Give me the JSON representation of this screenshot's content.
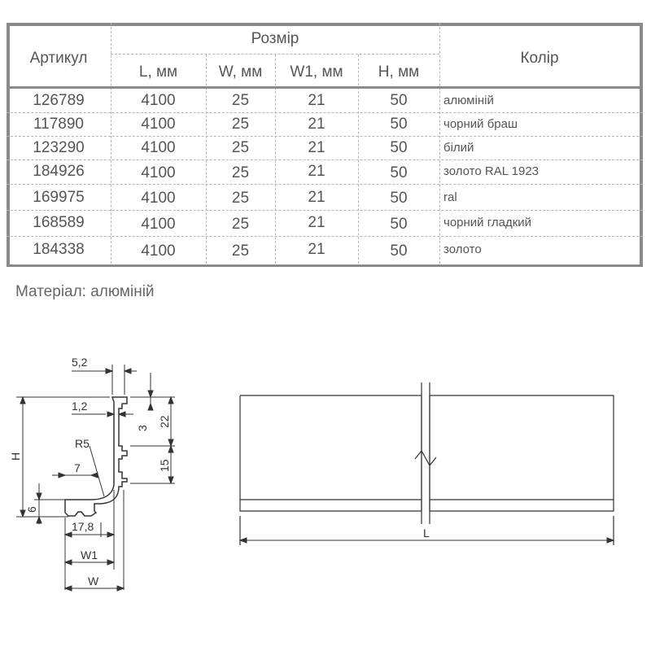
{
  "table": {
    "headers": {
      "article": "Артикул",
      "size": "Розмір",
      "color": "Колір",
      "L": "L, мм",
      "W": "W, мм",
      "W1": "W1, мм",
      "H": "H, мм"
    },
    "rows": [
      {
        "article": "126789",
        "L": "4100",
        "W": "25",
        "W1": "21",
        "H": "50",
        "color": "алюміній"
      },
      {
        "article": "117890",
        "L": "4100",
        "W": "25",
        "W1": "21",
        "H": "50",
        "color": "чорний браш"
      },
      {
        "article": "123290",
        "L": "4100",
        "W": "25",
        "W1": "21",
        "H": "50",
        "color": "білий"
      },
      {
        "article": "184926",
        "L": "4100",
        "W": "25",
        "W1": "21",
        "H": "50",
        "color": "золото RAL 1923"
      },
      {
        "article": "169975",
        "L": "4100",
        "W": "25",
        "W1": "21",
        "H": "50",
        "color": "ral"
      },
      {
        "article": "168589",
        "L": "4100",
        "W": "25",
        "W1": "21",
        "H": "50",
        "color": "чорний гладкий"
      },
      {
        "article": "184338",
        "L": "4100",
        "W": "25",
        "W1": "21",
        "H": "50",
        "color": "золото"
      }
    ]
  },
  "material": "Матеріал: алюміній",
  "profile": {
    "dim_top": "5,2",
    "dim_thickness": "1,2",
    "dim_3": "3",
    "dim_22": "22",
    "dim_15": "15",
    "dim_radius": "R5",
    "dim_7": "7",
    "dim_6": "6",
    "dim_17_8": "17,8",
    "label_H": "H",
    "label_W1": "W1",
    "label_W": "W"
  },
  "side_view": {
    "label_L": "L"
  }
}
